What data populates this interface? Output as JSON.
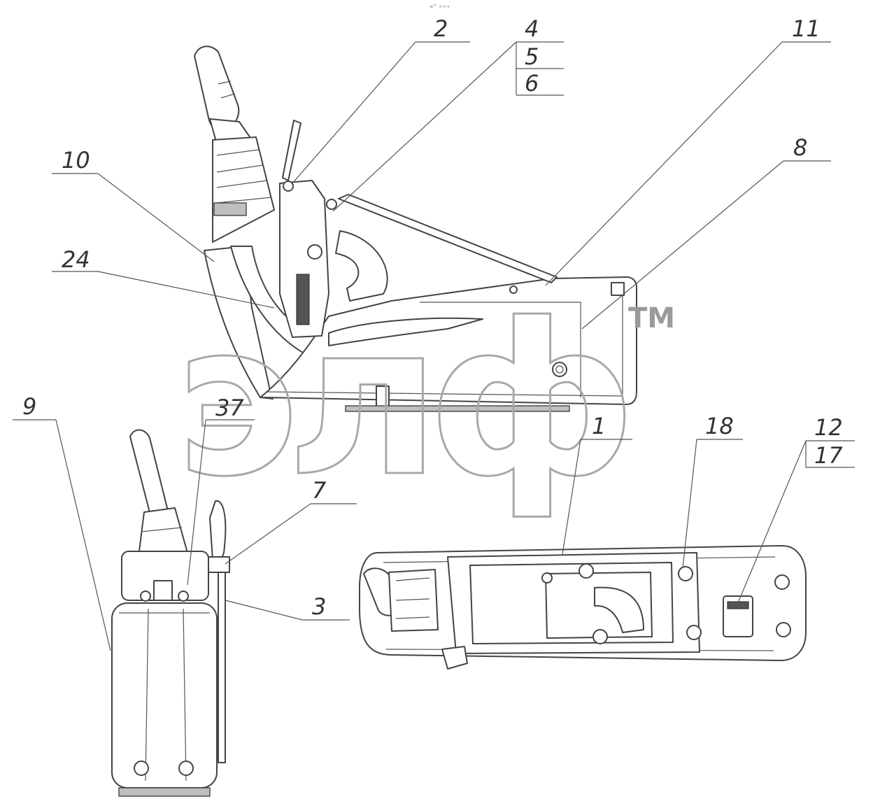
{
  "callouts": [
    "2",
    "4",
    "5",
    "6",
    "11",
    "8",
    "10",
    "24",
    "9",
    "37",
    "7",
    "3",
    "1",
    "18",
    "12",
    "17"
  ],
  "watermark": {
    "text": "элф",
    "mark": "TM"
  },
  "top_note": "«° ∘∘∘"
}
